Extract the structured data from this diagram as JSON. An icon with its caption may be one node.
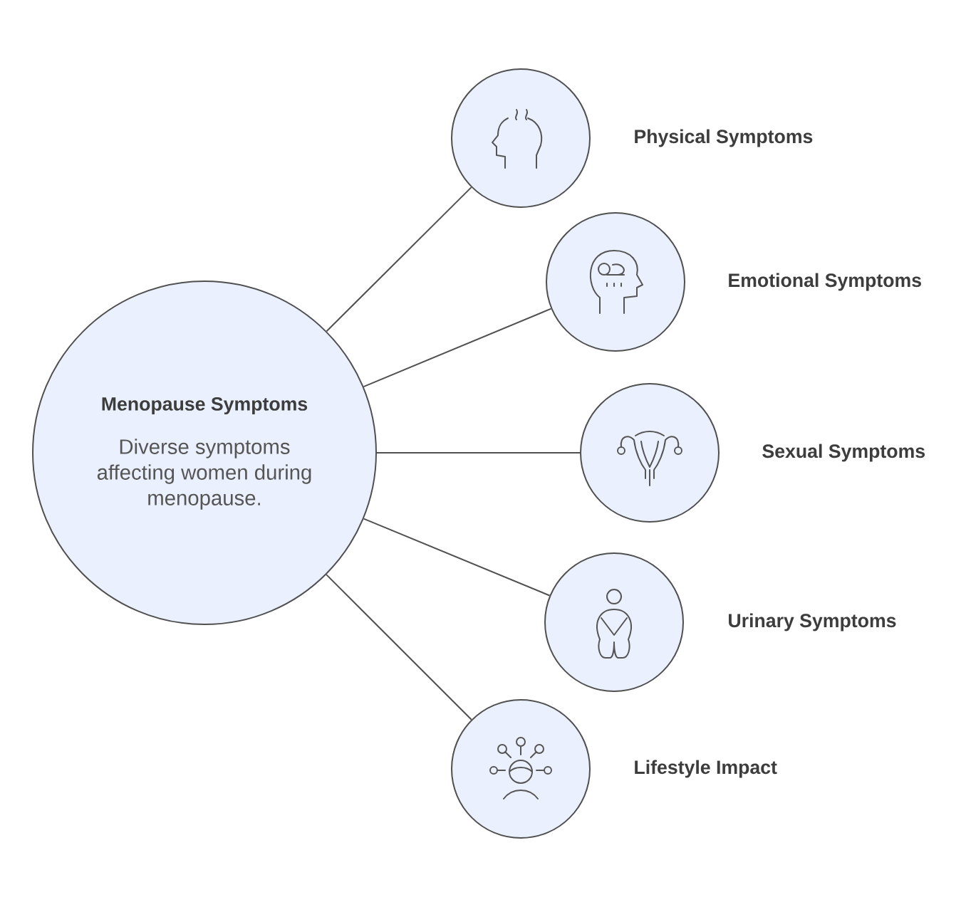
{
  "diagram": {
    "nodes": [
      {
        "text": [
          "Menopause Symptoms",
          "Diverse symptoms affecting women during menopause."
        ]
      },
      {
        "text": [
          "Physical Symptoms"
        ]
      },
      {
        "text": [
          "Emotional Symptoms"
        ]
      },
      {
        "text": [
          "Sexual Symptoms"
        ]
      },
      {
        "text": [
          "Urinary Symptoms"
        ]
      },
      {
        "text": [
          "Lifestyle Impact"
        ]
      }
    ],
    "edges": [
      {
        "from": 0,
        "to": 1,
        "arrow": "none"
      },
      {
        "from": 0,
        "to": 2,
        "arrow": "none"
      },
      {
        "from": 0,
        "to": 3,
        "arrow": "none"
      },
      {
        "from": 0,
        "to": 4,
        "arrow": "none"
      },
      {
        "from": 0,
        "to": 5,
        "arrow": "none"
      }
    ]
  }
}
